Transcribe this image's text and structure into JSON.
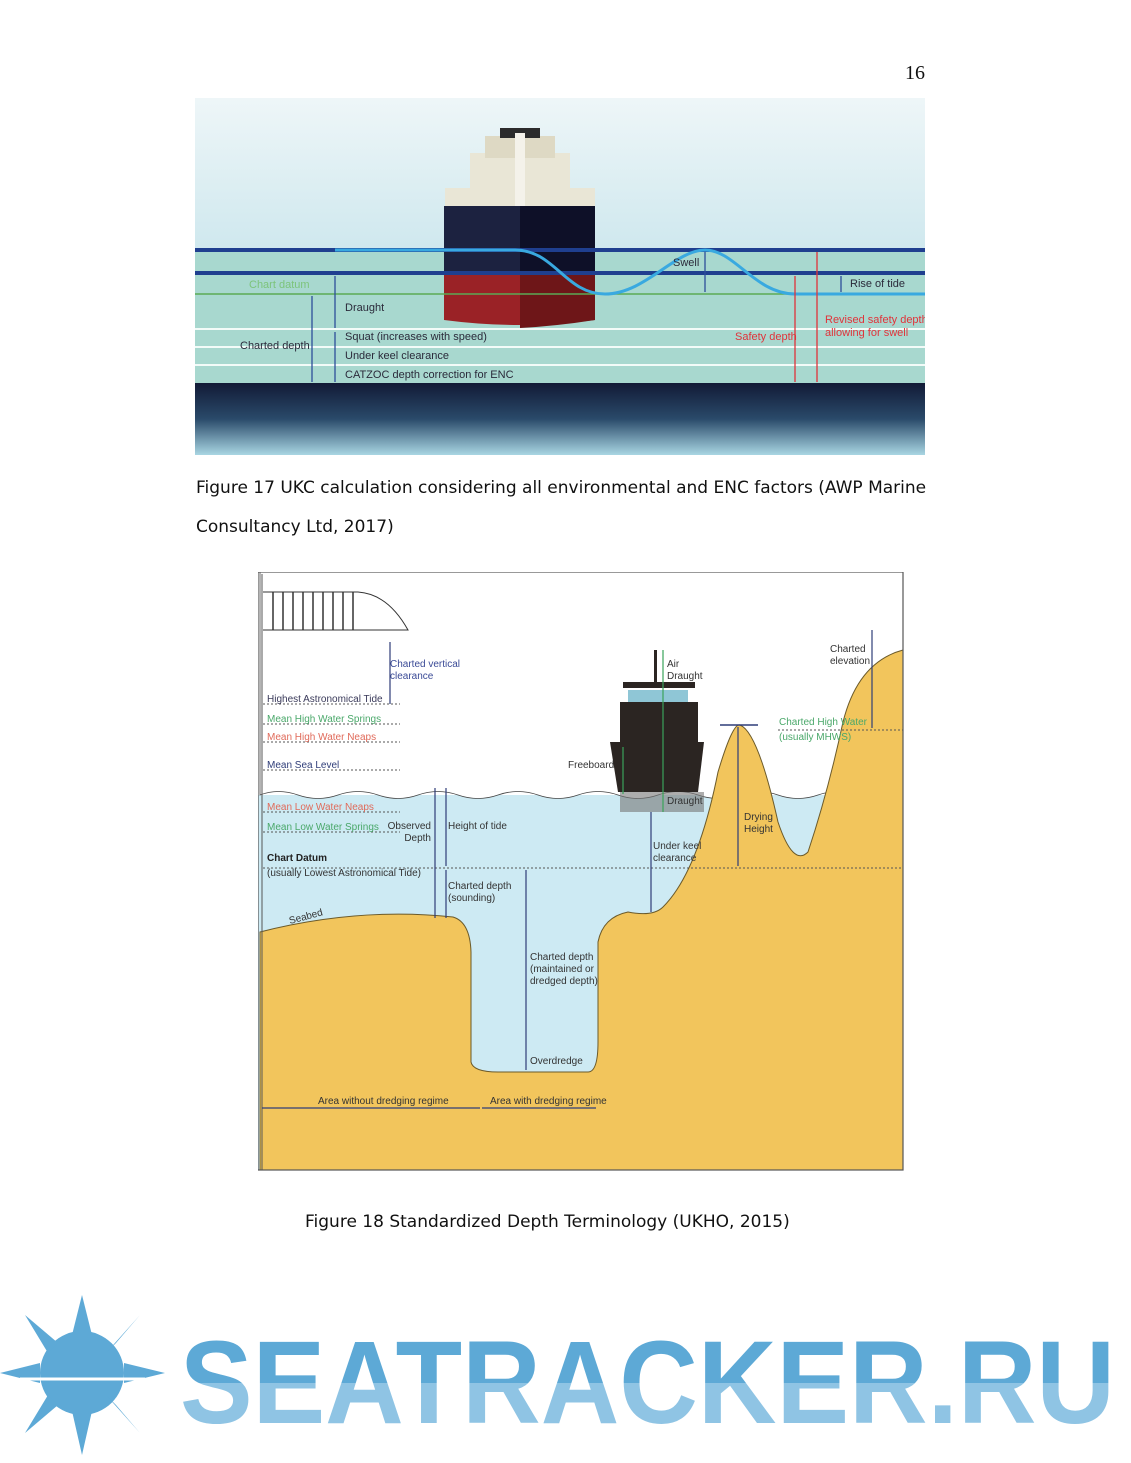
{
  "page_number": "16",
  "figure17": {
    "caption_line1": "Figure 17 UKC calculation considering all environmental and ENC factors (AWP Marine",
    "caption_line2": "Consultancy Ltd, 2017)",
    "labels": {
      "chart_datum": "Chart datum",
      "draught": "Draught",
      "charted_depth": "Charted depth",
      "squat": "Squat (increases with speed)",
      "ukc": "Under keel clearance",
      "catzoc": "CATZOC depth correction for ENC",
      "swell": "Swell",
      "rise_of_tide": "Rise of tide",
      "safety_depth": "Safety depth",
      "revised_1": "Revised safety depth",
      "revised_2": "allowing for swell"
    },
    "colors": {
      "water": "#a8d8cf",
      "seabed": "#14203c",
      "hull_top": "#1c2240",
      "hull_bottom": "#8e1e22",
      "red": "#e0333a",
      "blue": "#2d4e9a"
    }
  },
  "figure18": {
    "caption": "Figure 18 Standardized Depth Terminology (UKHO, 2015)",
    "labels": {
      "cvc_1": "Charted vertical",
      "cvc_2": "clearance",
      "hat": "Highest Astronomical Tide",
      "mhws": "Mean High Water Springs",
      "mhwn": "Mean High Water Neaps",
      "msl": "Mean Sea Level",
      "mlwn": "Mean Low Water Neaps",
      "mlws": "Mean Low Water Springs",
      "observed_1": "Observed",
      "observed_2": "Depth",
      "height_of_tide": "Height of tide",
      "chart_datum": "Chart Datum",
      "chart_datum_note": "(usually Lowest Astronomical Tide)",
      "cd_sounding_1": "Charted depth",
      "cd_sounding_2": "(sounding)",
      "seabed": "Seabed",
      "cd_dredged_1": "Charted depth",
      "cd_dredged_2": "(maintained or",
      "cd_dredged_3": "dredged depth)",
      "overdredge": "Overdredge",
      "area_without": "Area without dredging regime",
      "area_with": "Area with dredging regime",
      "freeboard": "Freeboard",
      "air_1": "Air",
      "air_2": "Draught",
      "draught": "Draught",
      "ukc_1": "Under keel",
      "ukc_2": "clearance",
      "drying_1": "Drying",
      "drying_2": "Height",
      "elev_1": "Charted",
      "elev_2": "elevation",
      "chw_1": "Charted High Water",
      "chw_2": "(usually MHWS)"
    },
    "colors": {
      "sand": "#f2c55c",
      "water": "#cdeaf3",
      "green": "#4aa86a",
      "red": "#e06a5a",
      "navy": "#2f3d78"
    }
  },
  "watermark": {
    "text": "SEATRACKER.RU",
    "color": "#5da9d6"
  }
}
